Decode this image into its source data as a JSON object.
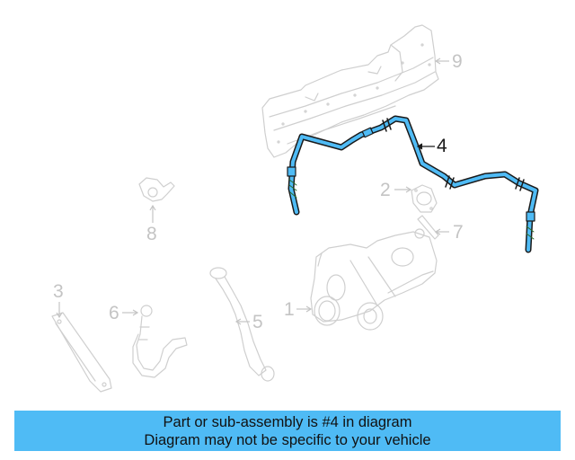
{
  "diagram": {
    "highlighted_part": "4",
    "colors": {
      "highlight": "#4fbbf5",
      "outline": "#1a1a1a",
      "ghost": "#c8c8c8",
      "banner_bg": "#4fbbf5"
    },
    "callouts": [
      {
        "id": "1",
        "label": "1"
      },
      {
        "id": "2",
        "label": "2"
      },
      {
        "id": "3",
        "label": "3"
      },
      {
        "id": "4",
        "label": "4"
      },
      {
        "id": "5",
        "label": "5"
      },
      {
        "id": "6",
        "label": "6"
      },
      {
        "id": "7",
        "label": "7"
      },
      {
        "id": "8",
        "label": "8"
      },
      {
        "id": "9",
        "label": "9"
      }
    ]
  },
  "banner": {
    "line1": "Part or sub-assembly is #4 in diagram",
    "line2": "Diagram may not be specific to your vehicle"
  }
}
